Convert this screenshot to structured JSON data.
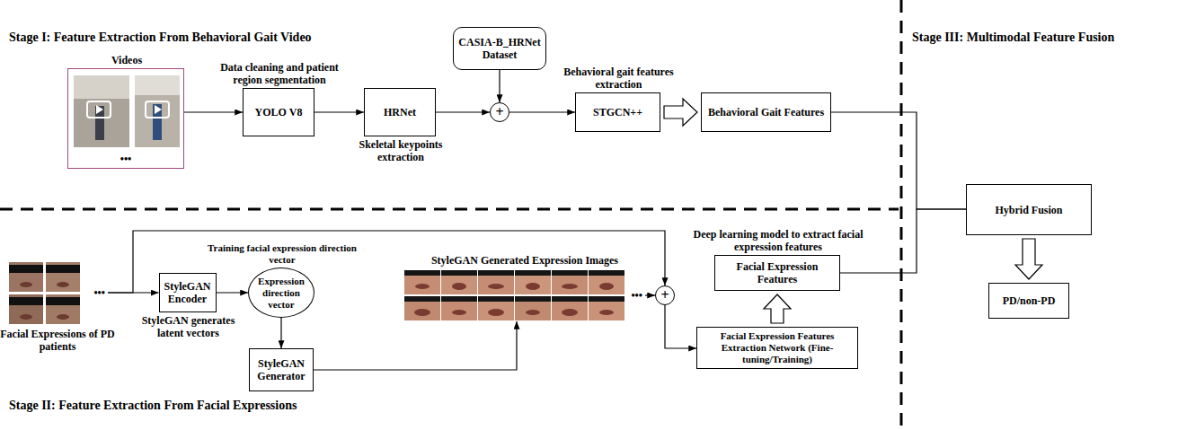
{
  "diagram": {
    "nodes": [
      {
        "text": [
          "Videos",
          "•••"
        ]
      },
      {
        "text": [
          "Data cleaning and patient region segmentation",
          "YOLO V8"
        ]
      },
      {
        "text": [
          "HRNet",
          "Skeletal keypoints extraction"
        ]
      },
      {
        "text": [
          "CASIA-B_HRNet Dataset"
        ]
      },
      {
        "text": [
          "+"
        ]
      },
      {
        "text": [
          "Behavioral gait features extraction",
          "STGCN++"
        ]
      },
      {
        "text": [
          "Behavioral Gait Features"
        ]
      },
      {
        "text": [
          "•••",
          "Facial Expressions of PD patients"
        ]
      },
      {
        "text": [
          "StyleGAN Encoder",
          "StyleGAN generates latent vectors"
        ]
      },
      {
        "text": [
          "Training facial expression direction vector",
          "Expression direction vector"
        ]
      },
      {
        "text": [
          "StyleGAN Generator"
        ]
      },
      {
        "text": [
          "StyleGAN Generated Expression Images",
          "•••"
        ]
      },
      {
        "text": [
          "+"
        ]
      },
      {
        "text": [
          "Deep learning model to extract facial expression features",
          "Facial Expression Features"
        ]
      },
      {
        "text": [
          "Facial Expression Features Extraction Network (Fine-tuning/Training)"
        ]
      },
      {
        "text": [
          "Hybrid Fusion"
        ]
      },
      {
        "text": [
          "PD/non-PD"
        ]
      }
    ],
    "edges": [
      {
        "from": 0,
        "to": 1,
        "arrow": "to"
      },
      {
        "from": 1,
        "to": 2,
        "arrow": "to"
      },
      {
        "from": 2,
        "to": 4,
        "arrow": "to"
      },
      {
        "from": 3,
        "to": 4,
        "arrow": "to"
      },
      {
        "from": 4,
        "to": 5,
        "arrow": "to"
      },
      {
        "from": 5,
        "to": 6,
        "arrow": "to"
      },
      {
        "from": 6,
        "to": 15,
        "arrow": "none"
      },
      {
        "from": 7,
        "to": 8,
        "arrow": "to"
      },
      {
        "from": 7,
        "to": 12,
        "arrow": "to"
      },
      {
        "from": 8,
        "to": 9,
        "arrow": "to"
      },
      {
        "from": 9,
        "to": 10,
        "arrow": "to"
      },
      {
        "from": 10,
        "to": 11,
        "arrow": "to"
      },
      {
        "from": 11,
        "to": 12,
        "arrow": "to"
      },
      {
        "from": 12,
        "to": 14,
        "arrow": "to"
      },
      {
        "from": 14,
        "to": 13,
        "arrow": "to"
      },
      {
        "from": 13,
        "to": 15,
        "arrow": "none"
      },
      {
        "from": 15,
        "to": 16,
        "arrow": "to"
      }
    ],
    "labels": [
      "Stage I: Feature Extraction From Behavioral Gait Video",
      "Stage II: Feature Extraction From Facial Expressions",
      "Stage III: Multimodal Feature Fusion"
    ]
  }
}
